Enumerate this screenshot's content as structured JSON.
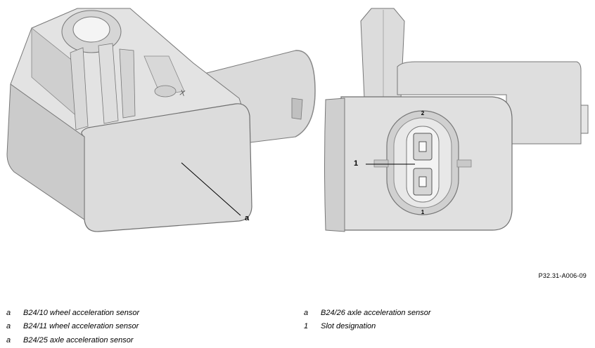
{
  "figure": {
    "callout_a": "a",
    "callout_1": "1",
    "slot_label_top": "2",
    "slot_label_bottom": "1",
    "housing_marking": "X",
    "colors": {
      "body": "#e1e1e1",
      "shade": "#c8c8c8",
      "dark": "#a9a9a9",
      "outline": "#6f6f6f"
    }
  },
  "reference": "P32.31-A006-09",
  "legend": {
    "left": [
      {
        "key": "a",
        "text": "B24/10 wheel acceleration sensor"
      },
      {
        "key": "a",
        "text": "B24/11 wheel acceleration sensor"
      },
      {
        "key": "a",
        "text": "B24/25 axle acceleration sensor"
      }
    ],
    "right": [
      {
        "key": "a",
        "text": "B24/26 axle acceleration sensor"
      },
      {
        "key": "1",
        "text": "Slot designation"
      }
    ]
  }
}
